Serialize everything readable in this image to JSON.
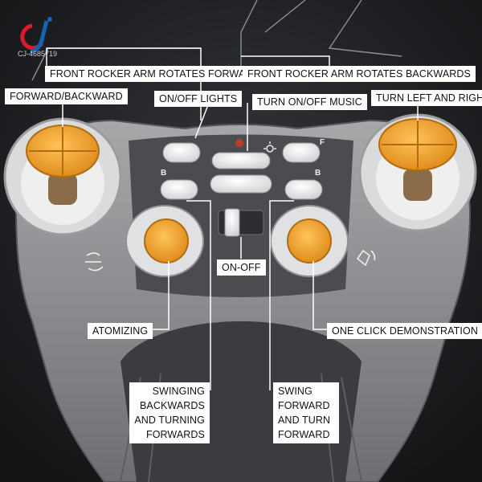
{
  "brand": {
    "code": "CJ-4685719",
    "logo_red": "#e0182d",
    "logo_blue": "#1463b8"
  },
  "colors": {
    "background": "#1b1d20",
    "body_grey": "#8c8e90",
    "panel_dark": "#3c3e41",
    "accent_orange": "#f2a531",
    "label_bg": "#ffffff"
  },
  "labels": {
    "front_rocker_forward": "FRONT ROCKER ARM ROTATES FORWARD",
    "front_rocker_backwards": "FRONT ROCKER ARM ROTATES BACKWARDS",
    "forward_backward": "FORWARD/BACKWARD",
    "onoff_lights": "ON/OFF LIGHTS",
    "turn_onoff_music": "TURN ON/OFF MUSIC",
    "turn_left_right": "TURN LEFT AND RIGHT",
    "on_off": "ON-OFF",
    "atomizing": "ATOMIZING",
    "one_click_demo": "ONE CLICK DEMONSTRATION",
    "swinging_back_1": "SWINGING",
    "swinging_back_2": "BACKWARDS",
    "swinging_back_3": "AND TURNING",
    "swinging_back_4": "FORWARDS",
    "swing_fwd_1": "SWING",
    "swing_fwd_2": "FORWARD",
    "swing_fwd_3": "AND TURN",
    "swing_fwd_4": "FORWARD"
  },
  "button_glyphs": {
    "b_left": "B",
    "b_right": "B",
    "f_right": "F"
  }
}
